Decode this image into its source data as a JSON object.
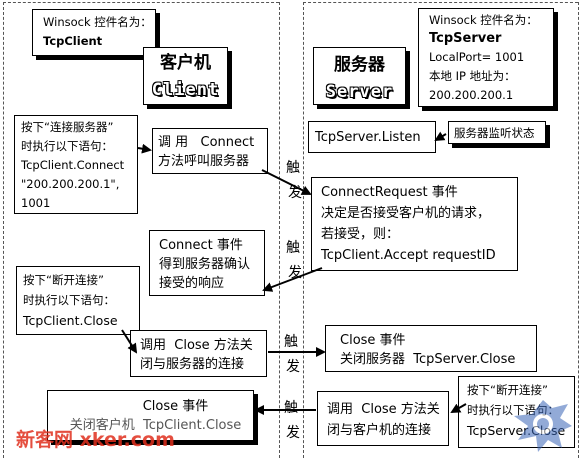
{
  "client_header": {
    "control_note_line1": "Winsock 控件名为：",
    "control_note_line2": "TcpClient",
    "title_cn": "客户机",
    "title_en": "Client"
  },
  "server_header": {
    "control_note_line1": "Winsock 控件名为：",
    "control_note_line2": "TcpServer",
    "control_note_line3": "LocalPort= 1001",
    "control_note_line4": "本地 IP 地址为：",
    "control_note_line5": "200.200.200.1",
    "title_cn": "服务器",
    "title_en": "Server"
  },
  "server_listen": {
    "code": "TcpServer.Listen",
    "state_label": "服务器监听状态"
  },
  "connect_note": {
    "line1": "按下“连接服务器”",
    "line2": "时执行以下语句：",
    "line3": "TcpClient.Connect",
    "line4": "\"200.200.200.1\",",
    "line5": "1001"
  },
  "connect_call": {
    "line1": "调 用   Connect",
    "line2": "方法呼叫服务器"
  },
  "connect_request": {
    "line1": "ConnectRequest 事件",
    "line2": "决定是否接受客户机的请求，",
    "line3": "若接受，则：",
    "line4": "TcpClient.Accept requestID"
  },
  "connect_event": {
    "line1": "Connect 事件",
    "line2": "得到服务器确认",
    "line3": "接受的响应"
  },
  "disconnect_note": {
    "line1": "按下“断开连接”",
    "line2": "时执行以下语句：",
    "line3": "TcpClient.Close"
  },
  "client_close_call": {
    "line1": "调用  Close 方法关",
    "line2": "闭与服务器的连接"
  },
  "server_close_event": {
    "line1": "Close 事件",
    "line2": "关闭服务器  TcpServer.Close"
  },
  "server_disconnect_note": {
    "line1": "按下“断开连接”",
    "line2": "时执行以下语句：",
    "line3": "TcpServer.Close"
  },
  "server_close_call": {
    "line1": "调用  Close 方法关",
    "line2": "闭与客户机的连接"
  },
  "client_close_event": {
    "line1": "Close 事件",
    "line2": "关闭客户机  TcpClient.Close"
  },
  "trigger_label": {
    "char1": "触",
    "char2": "发"
  },
  "watermark": {
    "text": "新客网 xker.com"
  }
}
